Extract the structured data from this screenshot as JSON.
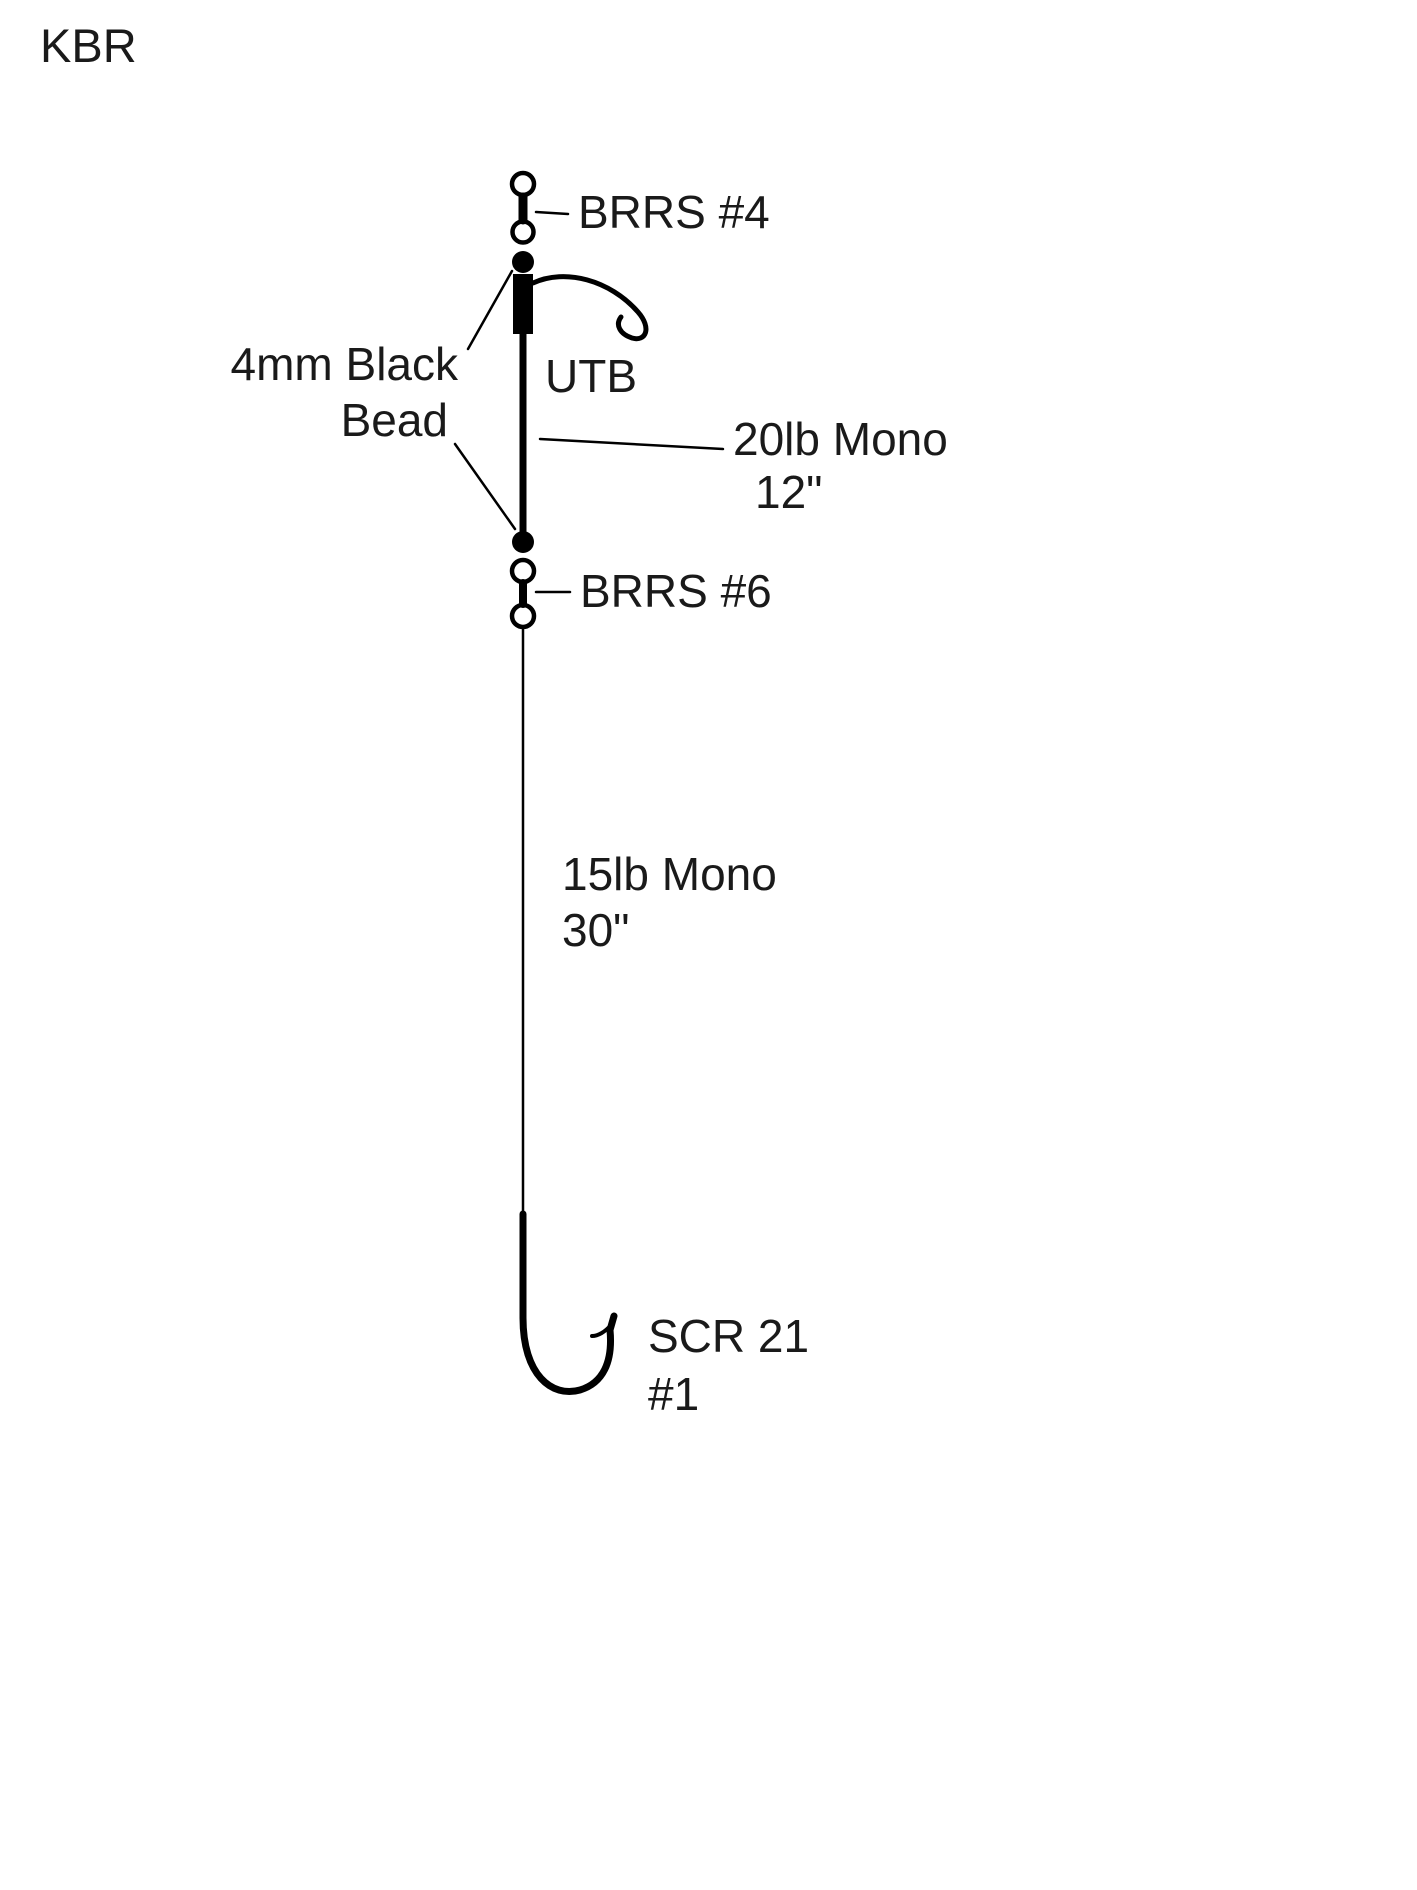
{
  "page": {
    "title": "KBR"
  },
  "diagram": {
    "type": "fishing-rig-diagram",
    "colors": {
      "line": "#000000",
      "text": "#1a1a1a",
      "background": "#ffffff"
    },
    "components": {
      "top_swivel": {
        "label": "BRRS #4"
      },
      "bead": {
        "label_line1": "4mm Black",
        "label_line2": "Bead"
      },
      "clip": {
        "label": "UTB"
      },
      "upper_mono": {
        "label": "20lb Mono",
        "length": "12\""
      },
      "lower_swivel": {
        "label": "BRRS #6"
      },
      "lower_mono": {
        "label": "15lb Mono",
        "length": "30\""
      },
      "hook": {
        "label": "SCR 21",
        "size": "#1"
      }
    }
  }
}
